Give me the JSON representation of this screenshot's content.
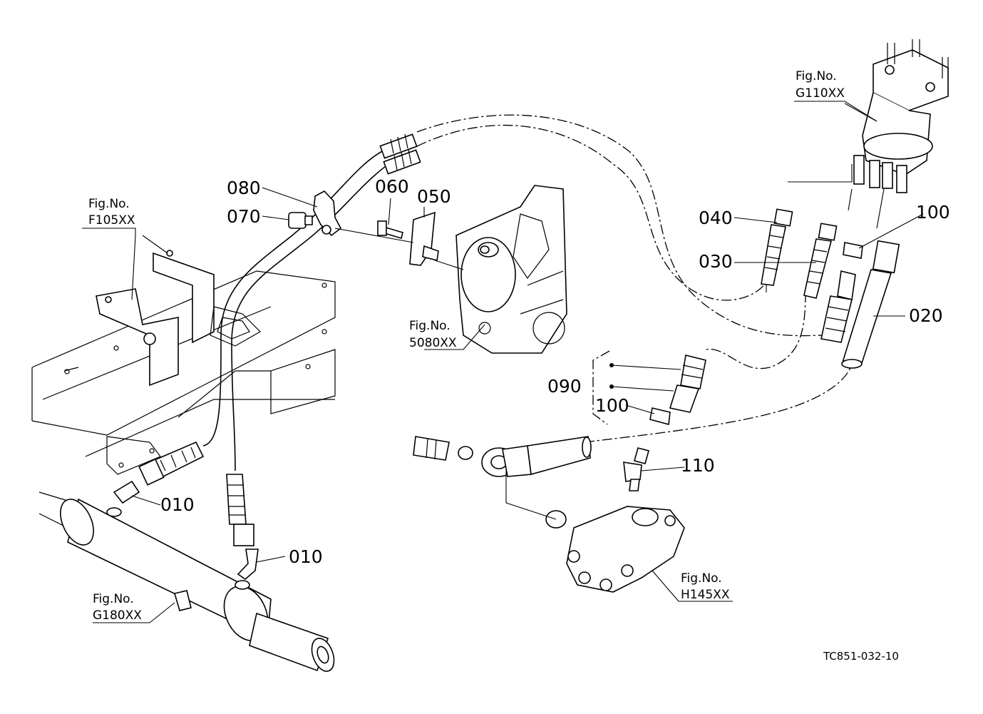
{
  "callouts": {
    "c010a": "010",
    "c010b": "010",
    "c020": "020",
    "c030": "030",
    "c040": "040",
    "c050": "050",
    "c060": "060",
    "c070": "070",
    "c080": "080",
    "c090": "090",
    "c100a": "100",
    "c100b": "100",
    "c110": "110"
  },
  "figrefs": {
    "f105": {
      "prefix": "Fig.No.",
      "code": "F105XX"
    },
    "g110": {
      "prefix": "Fig.No.",
      "code": "G110XX"
    },
    "r5080": {
      "prefix": "Fig.No.",
      "code": "5080XX"
    },
    "g180": {
      "prefix": "Fig.No.",
      "code": "G180XX"
    },
    "h145": {
      "prefix": "Fig.No.",
      "code": "H145XX"
    }
  },
  "drawing_code": "TC851-032-10"
}
